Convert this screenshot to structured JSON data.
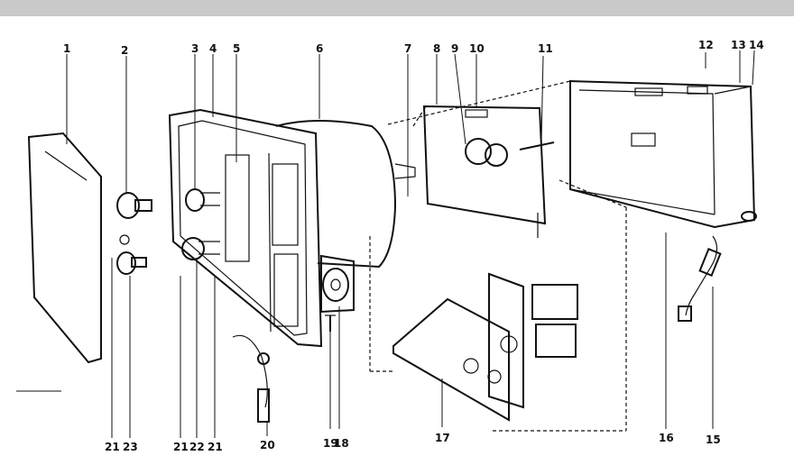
{
  "labels": {
    "n1": "1",
    "n2": "2",
    "n3": "3",
    "n4": "4",
    "n5": "5",
    "n6": "6",
    "n7": "7",
    "n8": "8",
    "n9": "9",
    "n10": "10",
    "n11": "11",
    "n12": "12",
    "n13": "13",
    "n14": "14",
    "n15": "15",
    "n16": "16",
    "n17": "17",
    "n18": "18",
    "n19": "19",
    "n20": "20",
    "n21a": "21",
    "n21b": "21",
    "n21c": "21",
    "n22": "22",
    "n23": "23"
  },
  "colors": {
    "ink": "#111111",
    "paper": "#ffffff"
  }
}
